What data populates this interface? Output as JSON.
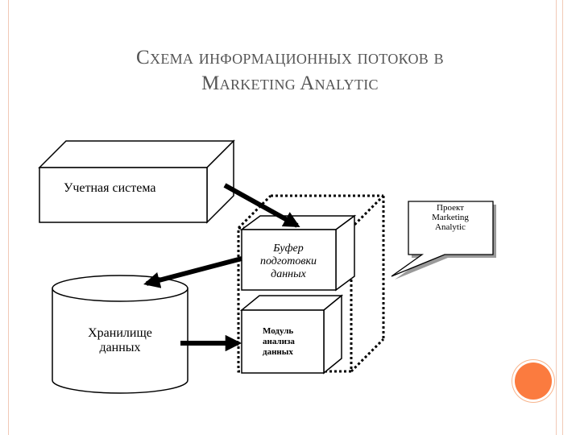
{
  "slide": {
    "title_line1": "Схема информационных потоков в",
    "title_line2": "Marketing Analytic"
  },
  "diagram": {
    "accounting_system": "Учетная система",
    "project_callout": [
      "Проект",
      "Marketing",
      "Analytic"
    ],
    "buffer": [
      "Буфер",
      "подготовки",
      "данных"
    ],
    "analysis_module": [
      "Модуль",
      "анализа",
      "данных"
    ],
    "data_storage": [
      "Хранилище",
      "данных"
    ]
  },
  "colors": {
    "accent_dot": "#fb7b3f",
    "frame_line": "#f2c9b6",
    "title_text": "#555555"
  }
}
